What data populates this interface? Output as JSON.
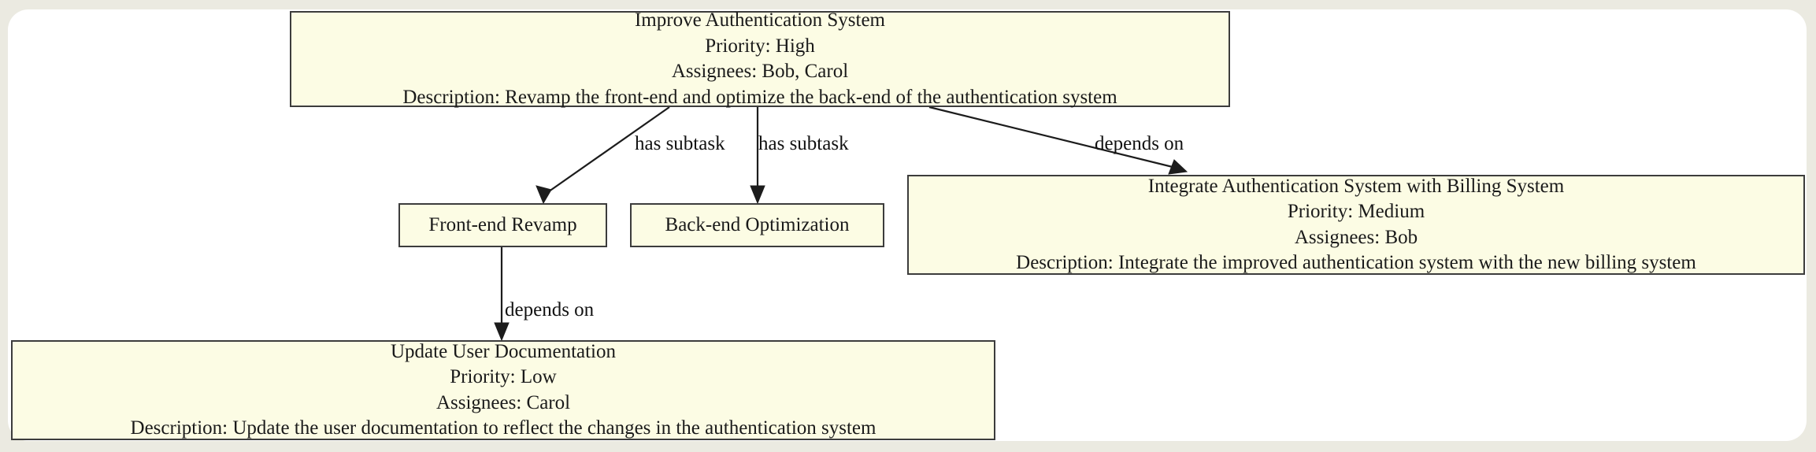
{
  "page": {
    "background_color": "#ebeae1",
    "card_color": "#ffffff"
  },
  "theme": {
    "node_fill": "#fcfce4",
    "node_border": "#3c3c3c",
    "edge_color": "#1c1c1c",
    "text_color": "#1a1a1a"
  },
  "diagram": {
    "type": "task-dependency-graph",
    "nodes": [
      {
        "id": "improve-authentication-system",
        "title": "Improve Authentication System",
        "priority": "Priority: High",
        "assignees": "Assignees: Bob, Carol",
        "description": "Description: Revamp the front-end and optimize the back-end of the authentication system"
      },
      {
        "id": "front-end-revamp",
        "title": "Front-end Revamp"
      },
      {
        "id": "back-end-optimization",
        "title": "Back-end Optimization"
      },
      {
        "id": "integrate-authentication-system-with-billing-system",
        "title": "Integrate Authentication System with Billing System",
        "priority": "Priority: Medium",
        "assignees": "Assignees: Bob",
        "description": "Description: Integrate the improved authentication system with the new billing system"
      },
      {
        "id": "update-user-documentation",
        "title": "Update User Documentation",
        "priority": "Priority: Low",
        "assignees": "Assignees: Carol",
        "description": "Description: Update the user documentation to reflect the changes in the authentication system"
      }
    ],
    "edges": [
      {
        "id": "edge-improve-to-frontend",
        "from": "improve-authentication-system",
        "to": "front-end-revamp",
        "label": "has subtask"
      },
      {
        "id": "edge-improve-to-backend",
        "from": "improve-authentication-system",
        "to": "back-end-optimization",
        "label": "has subtask"
      },
      {
        "id": "edge-improve-to-integrate",
        "from": "improve-authentication-system",
        "to": "integrate-authentication-system-with-billing-system",
        "label": "depends on"
      },
      {
        "id": "edge-frontend-to-docs",
        "from": "front-end-revamp",
        "to": "update-user-documentation",
        "label": "depends on"
      }
    ]
  }
}
